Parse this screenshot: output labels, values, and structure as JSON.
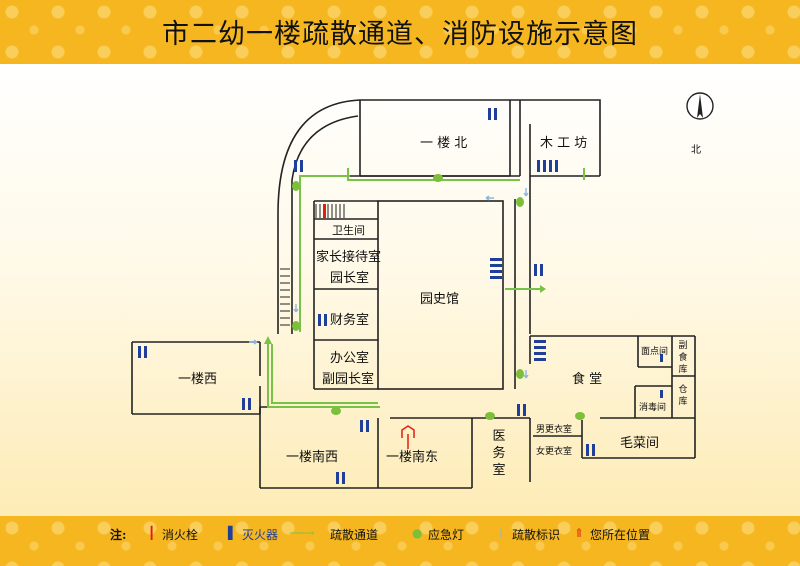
{
  "title": "市二幼一楼疏散通道、消防设施示意图",
  "compass": {
    "label": "北"
  },
  "rooms": {
    "north": "一 楼 北",
    "carpentry": "木 工 坊",
    "toilet": "卫生间",
    "reception": "家长接待室",
    "director": "园长室",
    "finance": "财务室",
    "office": "办公室",
    "vice_director": "副园长室",
    "history": "园史馆",
    "west": "一楼西",
    "south_west": "一楼南西",
    "south_east": "一楼南东",
    "clinic": "医务室",
    "canteen": "食 堂",
    "pastry": "面点间",
    "sub_store": "副食库",
    "warehouse": "仓库",
    "disinfection": "消毒间",
    "male_locker": "男更衣室",
    "female_locker": "女更衣室",
    "vegetable": "毛菜间"
  },
  "legend": {
    "heading": "注:",
    "hydrant": "消火栓",
    "extinguisher": "灭火器",
    "route": "疏散通道",
    "emergency_light": "应急灯",
    "sign": "疏散标识",
    "you_are_here": "您所在位置"
  },
  "colors": {
    "band": "#f5b61f",
    "wall": "#222222",
    "extinguisher": "#1f3f9a",
    "route": "#79c24a",
    "light": "#7cbf3a",
    "sign": "#8fb7de",
    "hydrant": "#e11d12"
  }
}
